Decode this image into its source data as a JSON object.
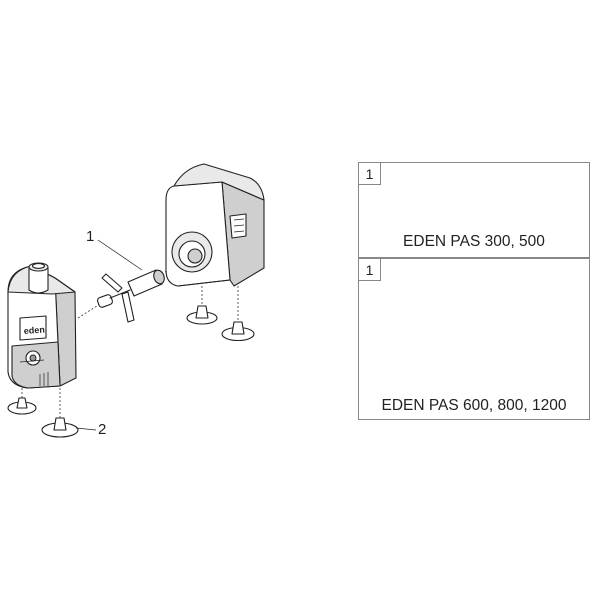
{
  "callouts": [
    {
      "id": "impeller",
      "label": "1"
    },
    {
      "id": "suction-cup",
      "label": "2"
    }
  ],
  "panels": [
    {
      "number": "1",
      "caption": "EDEN PAS 300, 500"
    },
    {
      "number": "1",
      "caption": "EDEN PAS 600, 800, 1200"
    }
  ],
  "brand_mark": "eden"
}
